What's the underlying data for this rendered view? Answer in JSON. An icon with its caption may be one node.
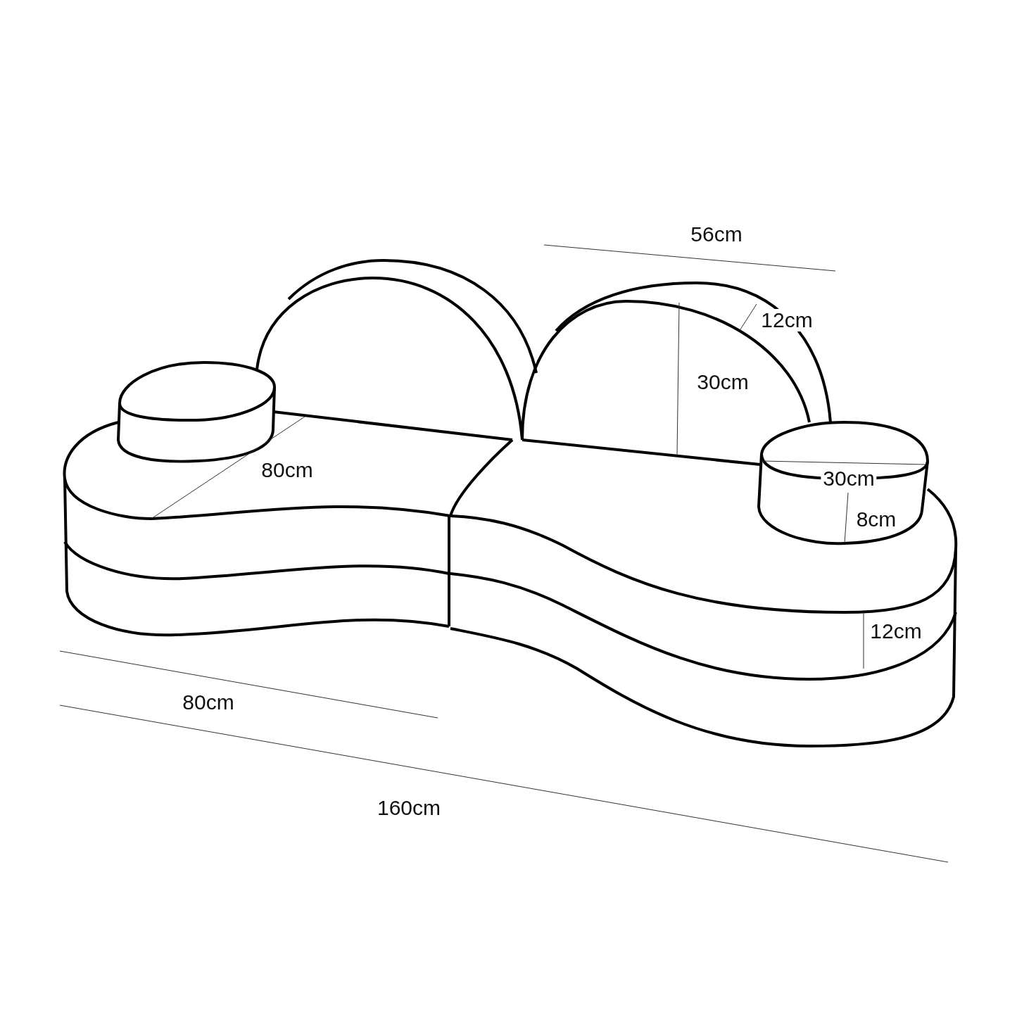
{
  "diagram": {
    "labels": [
      "56cm",
      "12cm",
      "30cm",
      "80cm",
      "30cm",
      "8cm",
      "12cm",
      "80cm",
      "160cm"
    ]
  }
}
